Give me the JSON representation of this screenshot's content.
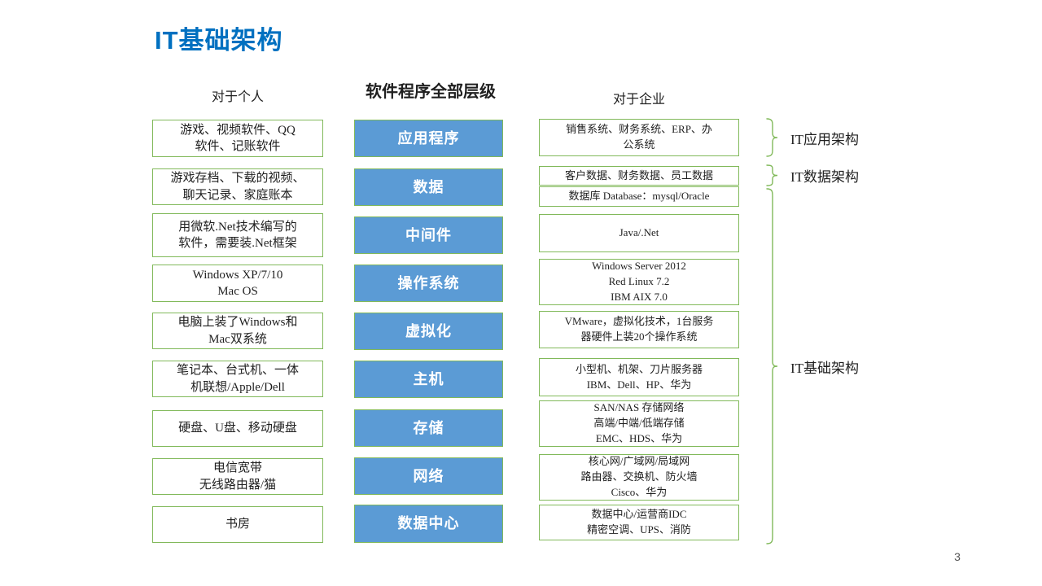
{
  "slide": {
    "title": "IT基础架构",
    "page_number": "3"
  },
  "columns": {
    "personal": {
      "header": "对于个人",
      "items": [
        "游戏、视频软件、QQ\n软件、记账软件",
        "游戏存档、下载的视频、\n聊天记录、家庭账本",
        "用微软.Net技术编写的\n软件，需要装.Net框架",
        "Windows XP/7/10\nMac OS",
        "电脑上装了Windows和\nMac双系统",
        "笔记本、台式机、一体\n机联想/Apple/Dell",
        "硬盘、U盘、移动硬盘",
        "电信宽带\n无线路由器/猫",
        "书房"
      ]
    },
    "layers": {
      "header": "软件程序全部层级",
      "items": [
        "应用程序",
        "数据",
        "中间件",
        "操作系统",
        "虚拟化",
        "主机",
        "存储",
        "网络",
        "数据中心"
      ]
    },
    "enterprise": {
      "header": "对于企业",
      "items": [
        "销售系统、财务系统、ERP、办\n公系统",
        "客户数据、财务数据、员工数据",
        "数据库 Database：mysql/Oracle",
        "Java/.Net",
        "Windows Server 2012\nRed Linux 7.2\nIBM AIX 7.0",
        "VMware，虚拟化技术，1台服务\n器硬件上装20个操作系统",
        "小型机、机架、刀片服务器\nIBM、Dell、HP、华为",
        "SAN/NAS 存储网络\n高端/中端/低端存储\nEMC、HDS、华为",
        "核心网/广域网/局域网\n路由器、交换机、防火墙\nCisco、华为",
        "数据中心/运营商IDC\n精密空调、UPS、消防"
      ]
    }
  },
  "brackets": [
    {
      "label": "IT应用架构"
    },
    {
      "label": "IT数据架构"
    },
    {
      "label": "IT基础架构"
    }
  ],
  "colors": {
    "title_blue": "#0070C0",
    "box_blue": "#5B9BD5",
    "green": "#81B95A",
    "page_gray": "#555555"
  }
}
